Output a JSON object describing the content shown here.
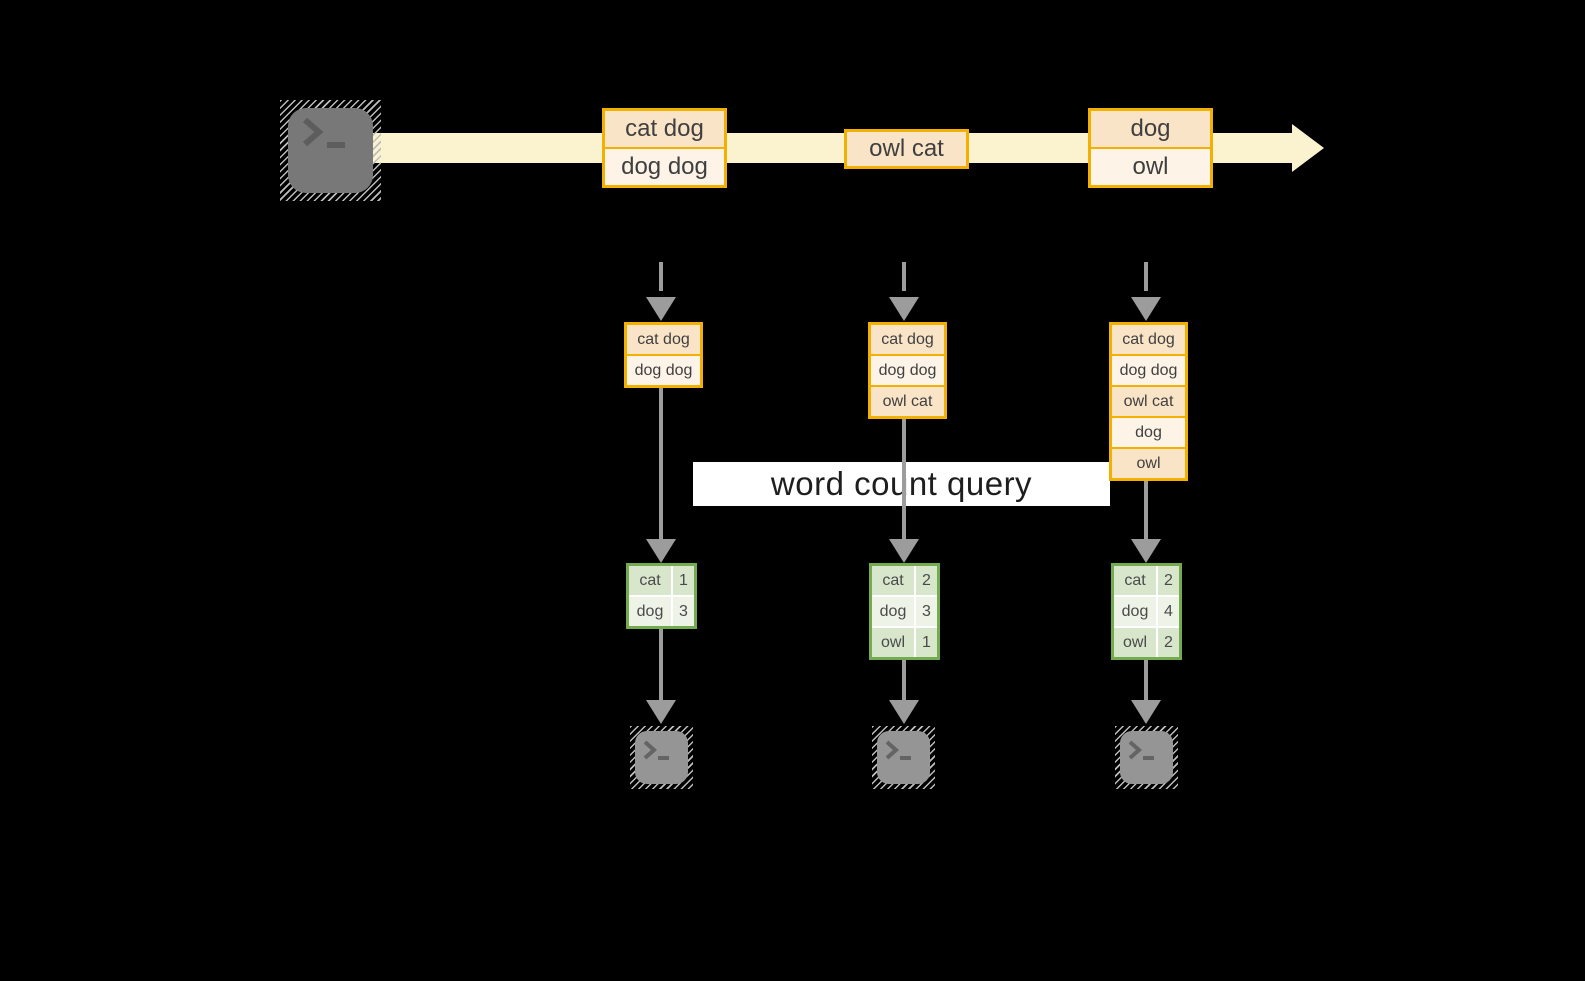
{
  "diagram": {
    "query_label": "word count query",
    "source_icon": "terminal-icon",
    "sink_icon": "terminal-icon",
    "stream_events": [
      {
        "lines": [
          "cat dog",
          "dog dog"
        ]
      },
      {
        "lines": [
          "owl cat"
        ]
      },
      {
        "lines": [
          "dog",
          "owl"
        ]
      }
    ],
    "columns": [
      {
        "snapshot": [
          "cat dog",
          "dog dog"
        ],
        "result": [
          {
            "word": "cat",
            "count": "1"
          },
          {
            "word": "dog",
            "count": "3"
          }
        ]
      },
      {
        "snapshot": [
          "cat dog",
          "dog dog",
          "owl cat"
        ],
        "result": [
          {
            "word": "cat",
            "count": "2"
          },
          {
            "word": "dog",
            "count": "3"
          },
          {
            "word": "owl",
            "count": "1"
          }
        ]
      },
      {
        "snapshot": [
          "cat dog",
          "dog dog",
          "owl cat",
          "dog",
          "owl"
        ],
        "result": [
          {
            "word": "cat",
            "count": "2"
          },
          {
            "word": "dog",
            "count": "4"
          },
          {
            "word": "owl",
            "count": "2"
          }
        ]
      }
    ],
    "colors": {
      "background": "#000000",
      "stream_fill": "#FBF2D0",
      "event_border": "#F2B100",
      "event_fill_dark": "#FAE4C7",
      "event_fill_light": "#FDF4E7",
      "result_border": "#74AB4F",
      "result_fill_dark": "#D8E7CC",
      "result_fill_light": "#EDF3E7",
      "arrow_gray": "#9C9C9C",
      "query_band_bg": "#FFFFFF"
    }
  }
}
